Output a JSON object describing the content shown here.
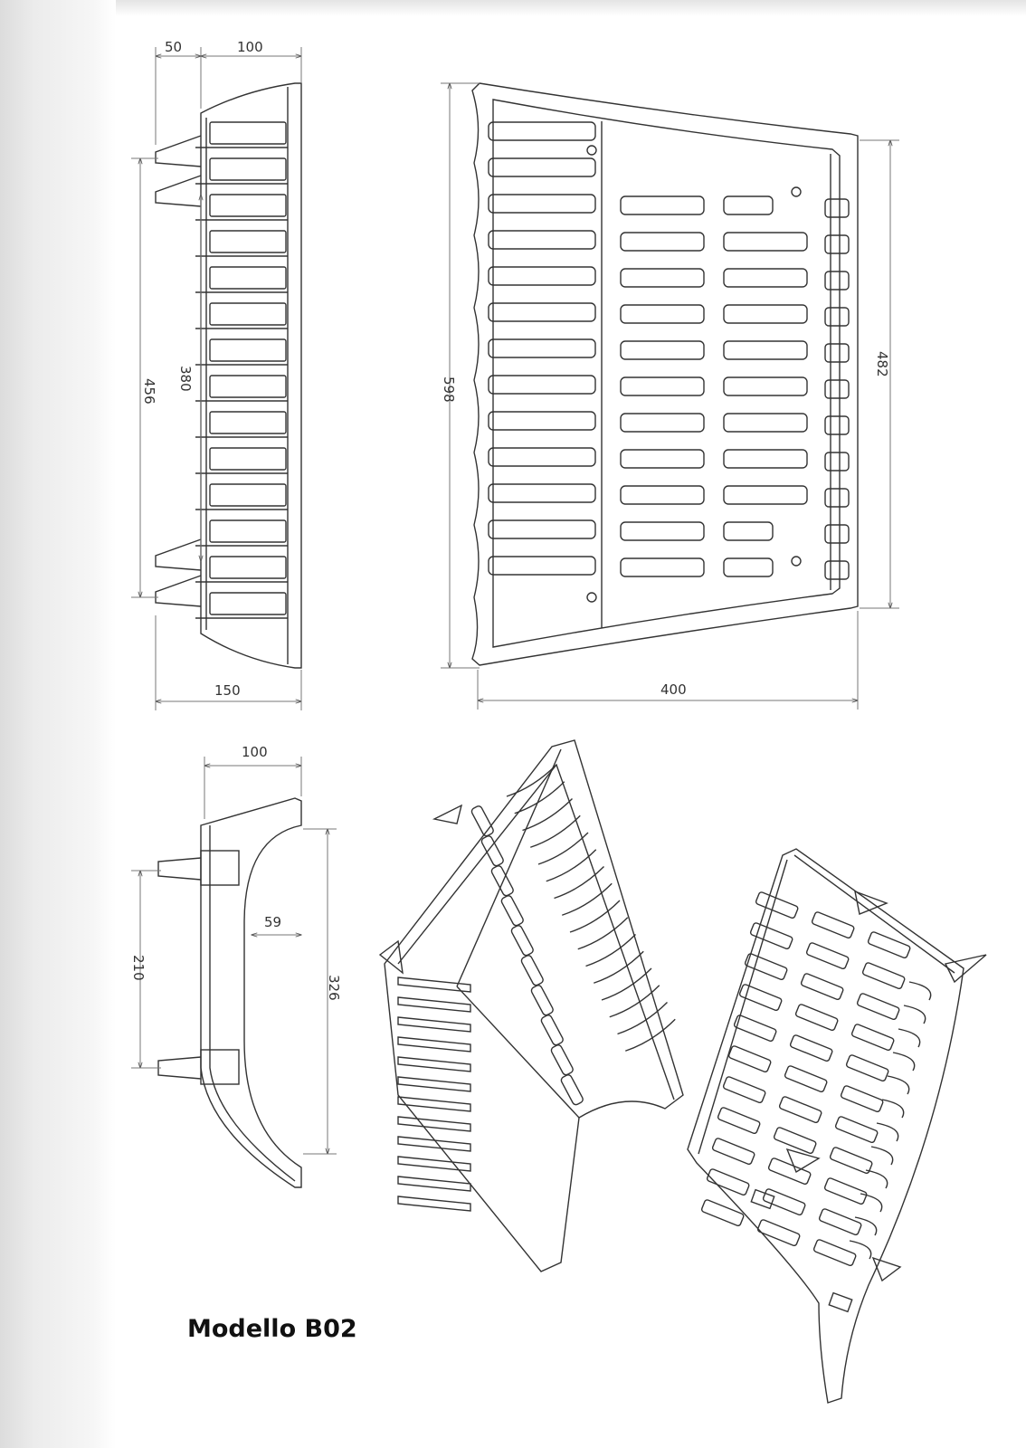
{
  "title": "Modello B02",
  "dimensions": {
    "side_top_left": "50",
    "side_top_right": "100",
    "side_height_total": "456",
    "side_height_inner": "380",
    "side_bottom_width": "150",
    "front_height": "598",
    "front_width": "400",
    "front_right_height": "482",
    "section_top_width": "100",
    "section_inner": "59",
    "section_pins": "210",
    "section_height": "326"
  },
  "colors": {
    "line": "#333333",
    "paper": "#ffffff"
  }
}
